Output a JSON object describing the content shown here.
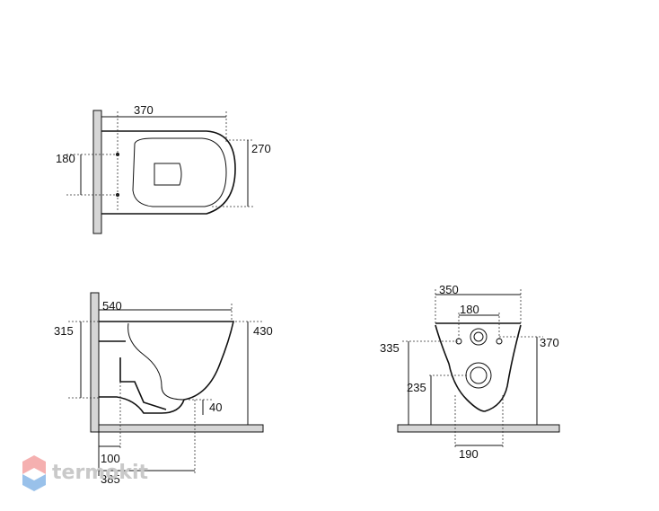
{
  "colors": {
    "wall": "#d6d6d6",
    "line": "#111111",
    "logo": "#c9c9c9",
    "logo_mark_top": "#f39c9c",
    "logo_mark_bottom": "#7fb2e5"
  },
  "top_view": {
    "dim_length": "370",
    "dim_width": "270",
    "dim_holes": "180"
  },
  "side_view": {
    "dim_depth": "540",
    "dim_height": "430",
    "dim_top": "315",
    "dim_outlet": "40",
    "dim_100": "100",
    "dim_385": "385"
  },
  "front_view": {
    "dim_width": "350",
    "dim_holes_spacing": "180",
    "dim_335": "335",
    "dim_370": "370",
    "dim_235": "235",
    "dim_190": "190"
  },
  "logo": {
    "text": "termokit"
  }
}
